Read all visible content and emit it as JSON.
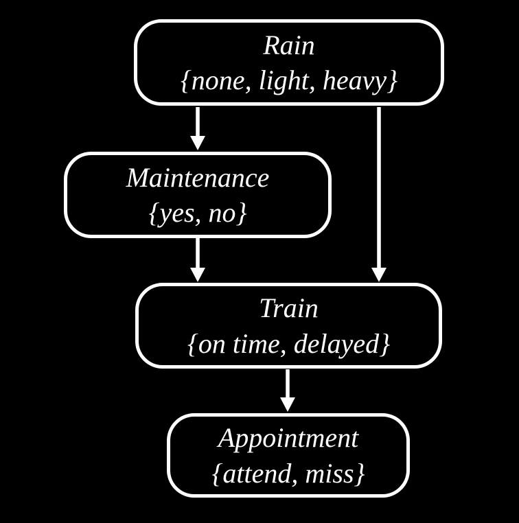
{
  "diagram": {
    "type": "bayesian-network",
    "nodes": [
      {
        "id": "rain",
        "label": "Rain",
        "domain": "{none, light, heavy}"
      },
      {
        "id": "maintenance",
        "label": "Maintenance",
        "domain": "{yes, no}"
      },
      {
        "id": "train",
        "label": "Train",
        "domain": "{on time, delayed}"
      },
      {
        "id": "appointment",
        "label": "Appointment",
        "domain": "{attend, miss}"
      }
    ],
    "edges": [
      {
        "from": "rain",
        "to": "maintenance"
      },
      {
        "from": "rain",
        "to": "train"
      },
      {
        "from": "maintenance",
        "to": "train"
      },
      {
        "from": "train",
        "to": "appointment"
      }
    ],
    "colors": {
      "background": "#000000",
      "node_fill": "#000000",
      "node_border": "#ffffff",
      "text": "#ffffff",
      "arrow": "#ffffff"
    }
  }
}
